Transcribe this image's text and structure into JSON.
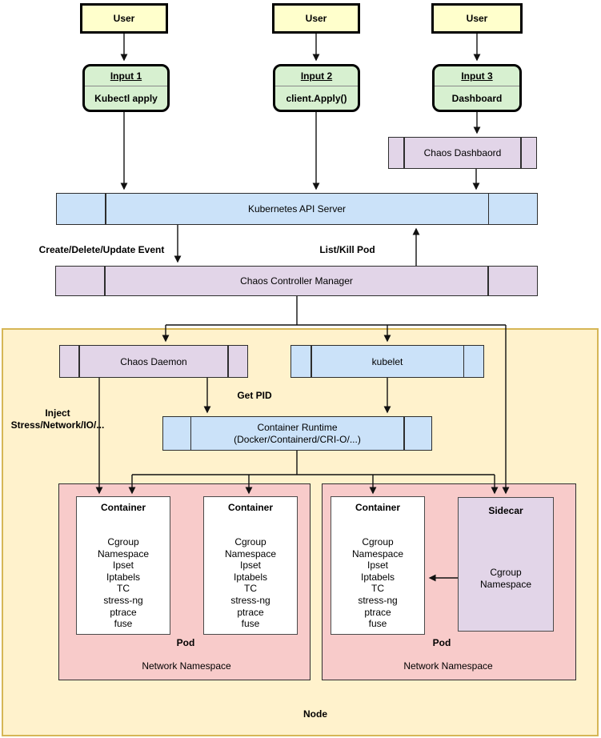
{
  "users": [
    {
      "label": "User"
    },
    {
      "label": "User"
    },
    {
      "label": "User"
    }
  ],
  "inputs": [
    {
      "title": "Input 1",
      "action": "Kubectl apply"
    },
    {
      "title": "Input 2",
      "action": "client.Apply()"
    },
    {
      "title": "Input 3",
      "action": "Dashboard"
    }
  ],
  "components": {
    "chaos_dashboard": "Chaos Dashbaord",
    "api_server": "Kubernetes API Server",
    "controller_manager": "Chaos Controller Manager",
    "chaos_daemon": "Chaos Daemon",
    "kubelet": "kubelet",
    "container_runtime_line1": "Container Runtime",
    "container_runtime_line2": "(Docker/Containerd/CRI-O/...)"
  },
  "edge_labels": {
    "create_delete_update": "Create/Delete/Update Event",
    "list_kill_pod": "List/Kill Pod",
    "get_pid": "Get PID",
    "inject_line1": "Inject",
    "inject_line2": "Stress/Network/IO/..."
  },
  "container": {
    "title": "Container",
    "items": [
      "Cgroup",
      "Namespace",
      "Ipset",
      "Iptabels",
      "TC",
      "stress-ng",
      "ptrace",
      "fuse"
    ]
  },
  "sidecar": {
    "title": "Sidecar",
    "items": [
      "Cgroup",
      "Namespace"
    ]
  },
  "labels": {
    "pod": "Pod",
    "network_namespace": "Network Namespace",
    "node": "Node"
  },
  "colors": {
    "user_fill": "#FFFFCC",
    "input_fill": "#D7F0D0",
    "blue_fill": "#CBE2F9",
    "purple_fill": "#E2D5E8",
    "pink_fill": "#F8CBCA",
    "node_fill": "#FFF2CC",
    "node_border": "#D6B656"
  }
}
